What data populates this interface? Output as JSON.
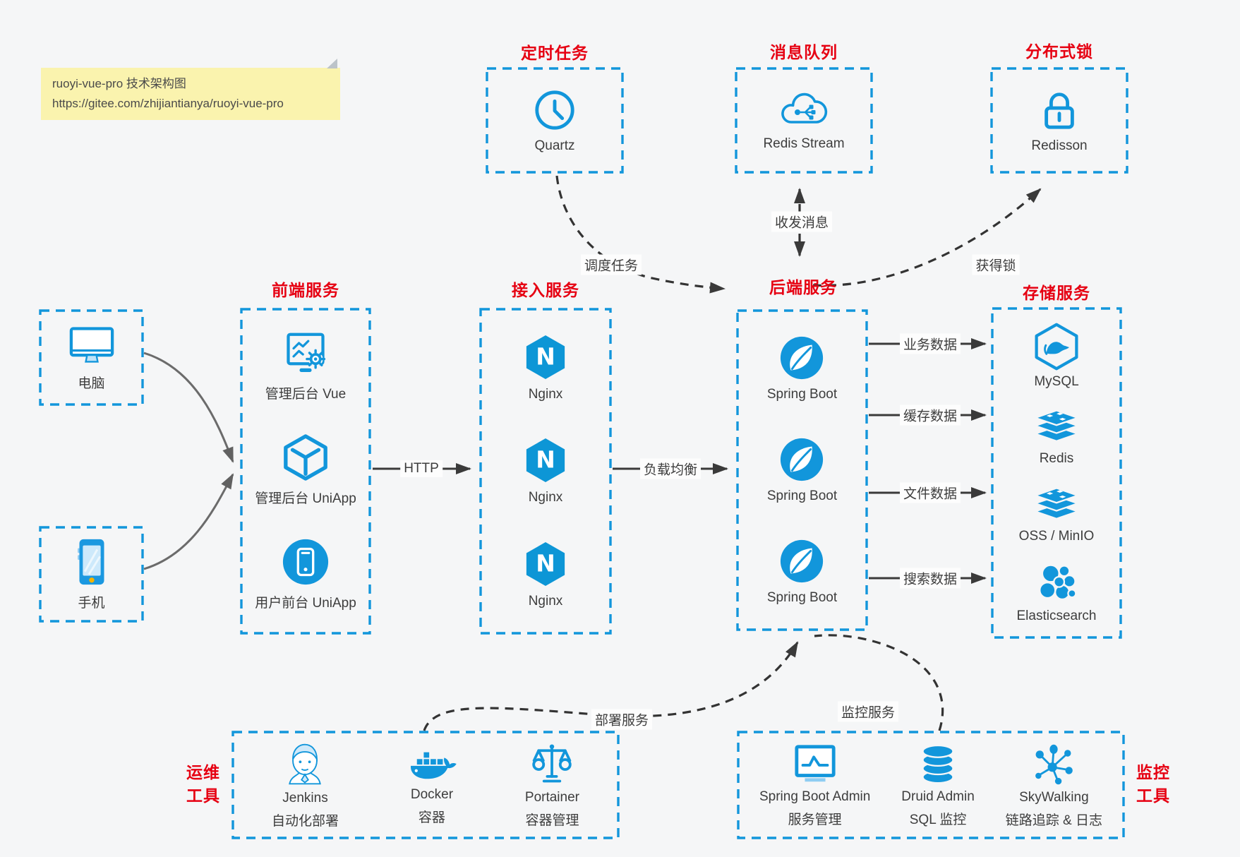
{
  "note": {
    "title_line": "ruoyi-vue-pro 技术架构图",
    "url_line": "https://gitee.com/zhijiantianya/ruoyi-vue-pro"
  },
  "sections": {
    "scheduled_job": {
      "title": "定时任务",
      "item": {
        "label": "Quartz",
        "icon": "clock-icon"
      }
    },
    "message_queue": {
      "title": "消息队列",
      "item": {
        "label": "Redis Stream",
        "icon": "cloud-stream-icon"
      }
    },
    "distributed_lock": {
      "title": "分布式锁",
      "item": {
        "label": "Redisson",
        "icon": "lock-icon"
      }
    },
    "clients": {
      "pc_label": "电脑",
      "phone_label": "手机"
    },
    "frontend": {
      "title": "前端服务",
      "items": [
        {
          "label": "管理后台 Vue",
          "icon": "admin-screen-gear-icon"
        },
        {
          "label": "管理后台 UniApp",
          "icon": "cube-icon"
        },
        {
          "label": "用户前台 UniApp",
          "icon": "phone-circle-icon"
        }
      ]
    },
    "access": {
      "title": "接入服务",
      "items": [
        {
          "label": "Nginx",
          "icon": "nginx-icon"
        },
        {
          "label": "Nginx",
          "icon": "nginx-icon"
        },
        {
          "label": "Nginx",
          "icon": "nginx-icon"
        }
      ]
    },
    "backend": {
      "title": "后端服务",
      "items": [
        {
          "label": "Spring Boot",
          "icon": "spring-leaf-icon"
        },
        {
          "label": "Spring Boot",
          "icon": "spring-leaf-icon"
        },
        {
          "label": "Spring Boot",
          "icon": "spring-leaf-icon"
        }
      ]
    },
    "storage": {
      "title": "存储服务",
      "items": [
        {
          "label": "MySQL",
          "icon": "mysql-dolphin-icon"
        },
        {
          "label": "Redis",
          "icon": "layer-stack-icon"
        },
        {
          "label": "OSS / MinIO",
          "icon": "layer-stack-icon"
        },
        {
          "label": "Elasticsearch",
          "icon": "elastic-cluster-icon"
        }
      ]
    },
    "ops_tools": {
      "title_line1": "运维",
      "title_line2": "工具",
      "items": [
        {
          "label": "Jenkins",
          "sublabel": "自动化部署",
          "icon": "jenkins-butler-icon"
        },
        {
          "label": "Docker",
          "sublabel": "容器",
          "icon": "docker-whale-icon"
        },
        {
          "label": "Portainer",
          "sublabel": "容器管理",
          "icon": "scales-icon"
        }
      ]
    },
    "monitor_tools": {
      "title_line1": "监控",
      "title_line2": "工具",
      "items": [
        {
          "label": "Spring Boot Admin",
          "sublabel": "服务管理",
          "icon": "monitor-chart-icon"
        },
        {
          "label": "Druid Admin",
          "sublabel": "SQL 监控",
          "icon": "database-stack-icon"
        },
        {
          "label": "SkyWalking",
          "sublabel": "链路追踪 & 日志",
          "icon": "hub-spoke-icon"
        }
      ]
    }
  },
  "edges": {
    "http": "HTTP",
    "load_balance": "负载均衡",
    "business_data": "业务数据",
    "cache_data": "缓存数据",
    "file_data": "文件数据",
    "search_data": "搜索数据",
    "schedule_task": "调度任务",
    "send_receive_message": "收发消息",
    "acquire_lock": "获得锁",
    "deploy_service": "部署服务",
    "monitor_service": "监控服务"
  },
  "icons": {
    "nginx_letter": "N"
  },
  "colors": {
    "accent_blue": "#1296db",
    "title_red": "#e60012",
    "arrow_dark": "#3a3a3a",
    "client_arrow_gray": "#6b6b6b",
    "note_bg": "#faf3ae",
    "page_bg": "#f5f6f7",
    "node_text": "#3d3d3d"
  }
}
